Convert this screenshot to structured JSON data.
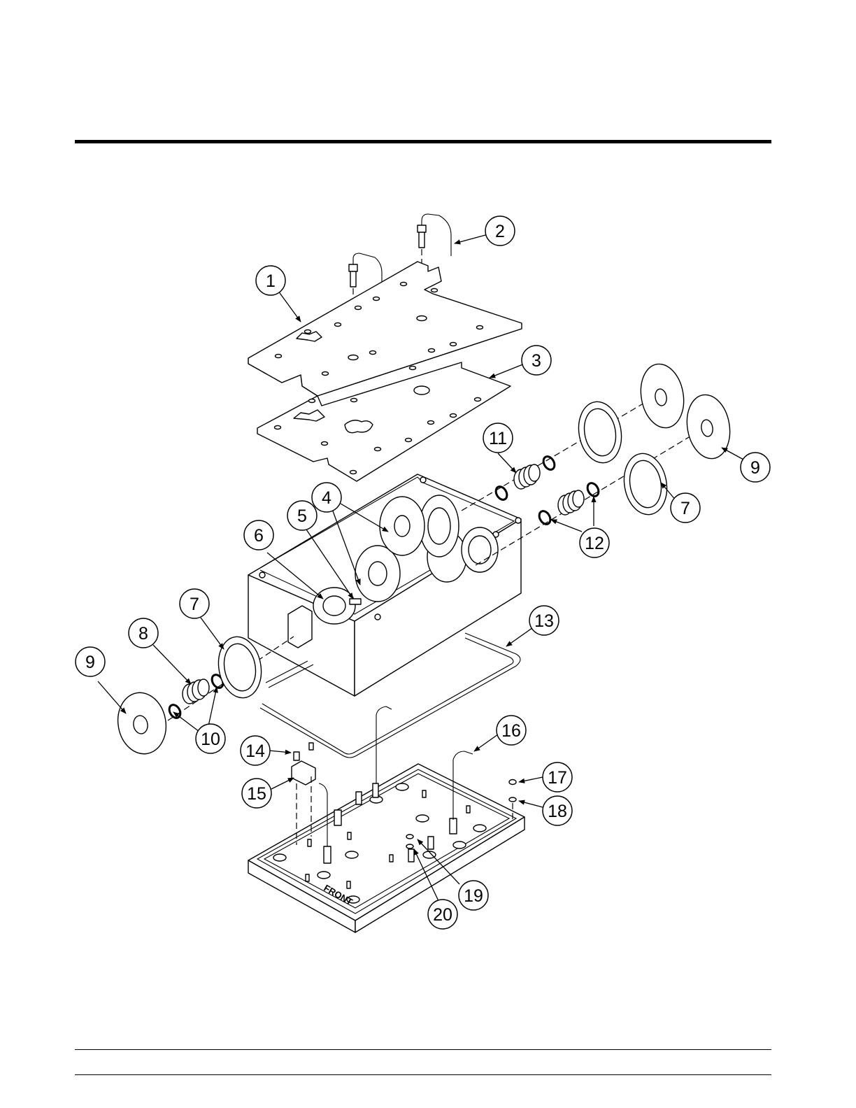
{
  "callouts": [
    {
      "id": "c1",
      "label": "1"
    },
    {
      "id": "c2",
      "label": "2"
    },
    {
      "id": "c3",
      "label": "3"
    },
    {
      "id": "c4",
      "label": "4"
    },
    {
      "id": "c5",
      "label": "5"
    },
    {
      "id": "c6",
      "label": "6"
    },
    {
      "id": "c7a",
      "label": "7"
    },
    {
      "id": "c7b",
      "label": "7"
    },
    {
      "id": "c8",
      "label": "8"
    },
    {
      "id": "c9a",
      "label": "9"
    },
    {
      "id": "c9b",
      "label": "9"
    },
    {
      "id": "c10",
      "label": "10"
    },
    {
      "id": "c11",
      "label": "11"
    },
    {
      "id": "c12",
      "label": "12"
    },
    {
      "id": "c13",
      "label": "13"
    },
    {
      "id": "c14",
      "label": "14"
    },
    {
      "id": "c15",
      "label": "15"
    },
    {
      "id": "c16",
      "label": "16"
    },
    {
      "id": "c17",
      "label": "17"
    },
    {
      "id": "c18",
      "label": "18"
    },
    {
      "id": "c19",
      "label": "19"
    },
    {
      "id": "c20",
      "label": "20"
    }
  ],
  "base_marking": "FRONT"
}
